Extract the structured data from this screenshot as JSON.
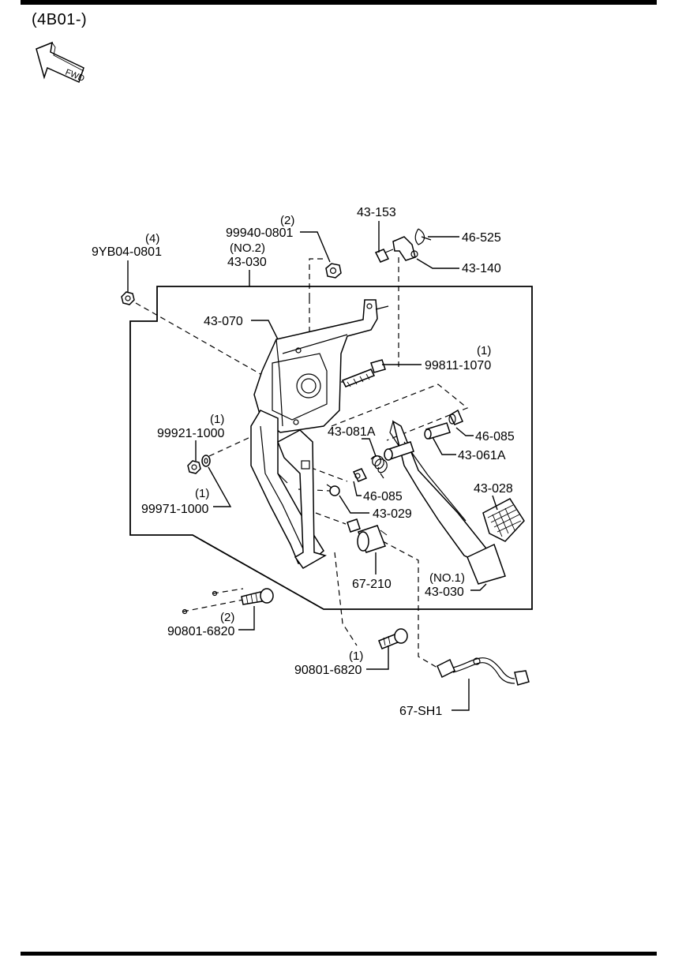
{
  "header": {
    "section_code": "(4B01-)"
  },
  "fwd_arrow": {
    "label": "FWD",
    "icon": "fwd-arrow-icon"
  },
  "callouts": [
    {
      "id": "c1",
      "part": "43-153"
    },
    {
      "id": "c2",
      "part": "46-525"
    },
    {
      "id": "c3",
      "part": "43-140"
    },
    {
      "id": "c4",
      "qty": "(2)",
      "part": "99940-0801"
    },
    {
      "id": "c5",
      "note": "(NO.2)",
      "part": "43-030"
    },
    {
      "id": "c6",
      "qty": "(4)",
      "part": "9YB04-0801"
    },
    {
      "id": "c7",
      "part": "43-070"
    },
    {
      "id": "c8",
      "qty": "(1)",
      "part": "99811-1070"
    },
    {
      "id": "c9",
      "part": "43-081A"
    },
    {
      "id": "c10",
      "part": "46-085"
    },
    {
      "id": "c11",
      "part": "43-061A"
    },
    {
      "id": "c12",
      "qty": "(1)",
      "part": "99921-1000"
    },
    {
      "id": "c13",
      "part": "46-085"
    },
    {
      "id": "c14",
      "part": "43-028"
    },
    {
      "id": "c15",
      "qty": "(1)",
      "part": "99971-1000"
    },
    {
      "id": "c16",
      "part": "43-029"
    },
    {
      "id": "c17",
      "part": "67-210"
    },
    {
      "id": "c18",
      "note": "(NO.1)",
      "part": "43-030"
    },
    {
      "id": "c19",
      "qty": "(2)",
      "part": "90801-6820"
    },
    {
      "id": "c20",
      "qty": "(1)",
      "part": "90801-6820"
    },
    {
      "id": "c21",
      "part": "67-SH1"
    }
  ]
}
